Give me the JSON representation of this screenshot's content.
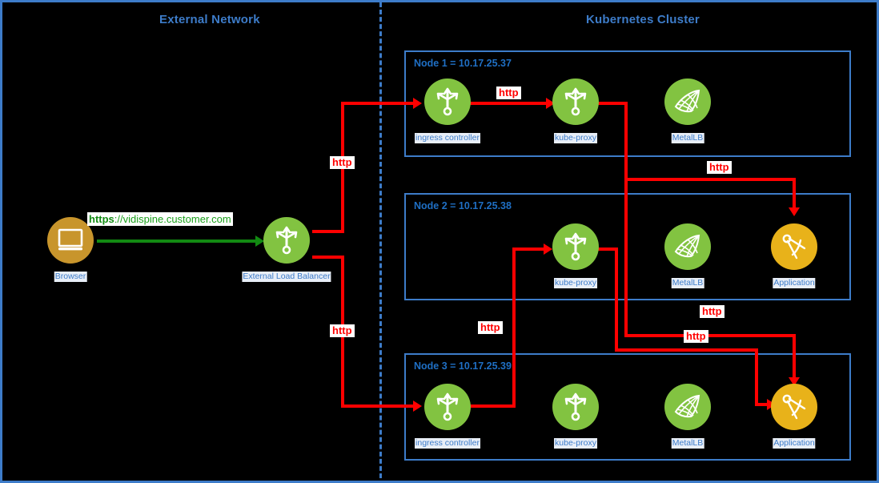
{
  "sections": {
    "external": {
      "title": "External Network"
    },
    "cluster": {
      "title": "Kubernetes Cluster"
    }
  },
  "external_nodes": [
    {
      "id": "browser",
      "label": "Browser",
      "icon": "monitor-icon",
      "color": "#c8952c"
    },
    {
      "id": "external-load-balancer",
      "label": "External Load Balancer",
      "icon": "trident-icon",
      "color": "#82c341"
    }
  ],
  "connections": {
    "browser_to_lb": {
      "label_prefix": "https",
      "label_suffix": "://vidispine.customer.com",
      "color": "#128a12"
    },
    "http_label": "http",
    "http_color": "#ff0000"
  },
  "nodes": [
    {
      "id": "node-1",
      "label": "Node 1 = 10.17.25.37",
      "components": [
        {
          "id": "ingress-controller",
          "label": "ingress controller",
          "icon": "trident-icon",
          "color": "#82c341"
        },
        {
          "id": "kube-proxy",
          "label": "kube-proxy",
          "icon": "trident-icon",
          "color": "#82c341"
        },
        {
          "id": "metallb",
          "label": "MetalLB",
          "icon": "mesh-net-icon",
          "color": "#82c341"
        }
      ]
    },
    {
      "id": "node-2",
      "label": "Node 2 = 10.17.25.38",
      "components": [
        {
          "id": "kube-proxy",
          "label": "kube-proxy",
          "icon": "trident-icon",
          "color": "#82c341"
        },
        {
          "id": "metallb",
          "label": "MetalLB",
          "icon": "mesh-net-icon",
          "color": "#82c341"
        },
        {
          "id": "application",
          "label": "Application",
          "icon": "compass-icon",
          "color": "#e8b21a"
        }
      ]
    },
    {
      "id": "node-3",
      "label": "Node 3 = 10.17.25.39",
      "components": [
        {
          "id": "ingress-controller",
          "label": "ingress controller",
          "icon": "trident-icon",
          "color": "#82c341"
        },
        {
          "id": "kube-proxy",
          "label": "kube-proxy",
          "icon": "trident-icon",
          "color": "#82c341"
        },
        {
          "id": "metallb",
          "label": "MetalLB",
          "icon": "mesh-net-icon",
          "color": "#82c341"
        },
        {
          "id": "application",
          "label": "Application",
          "icon": "compass-icon",
          "color": "#e8b21a"
        }
      ]
    }
  ],
  "http_labels": [
    {
      "id": "http-lb-to-node1",
      "text": "http"
    },
    {
      "id": "http-ingress1-kp1",
      "text": "http"
    },
    {
      "id": "http-lb-to-node3",
      "text": "http"
    },
    {
      "id": "http-kp1-to-app2",
      "text": "http"
    },
    {
      "id": "http-ingress3-kp2",
      "text": "http"
    },
    {
      "id": "http-kp1-to-app3",
      "text": "http"
    },
    {
      "id": "http-kp2-to-app3",
      "text": "http"
    }
  ],
  "colors": {
    "border_blue": "#3d7cc9",
    "label_blue": "#1f6fc4",
    "green": "#82c341",
    "yellow": "#e8b21a",
    "bronze": "#c8952c",
    "red": "#ff0000",
    "green_line": "#128a12",
    "background": "#000000"
  }
}
